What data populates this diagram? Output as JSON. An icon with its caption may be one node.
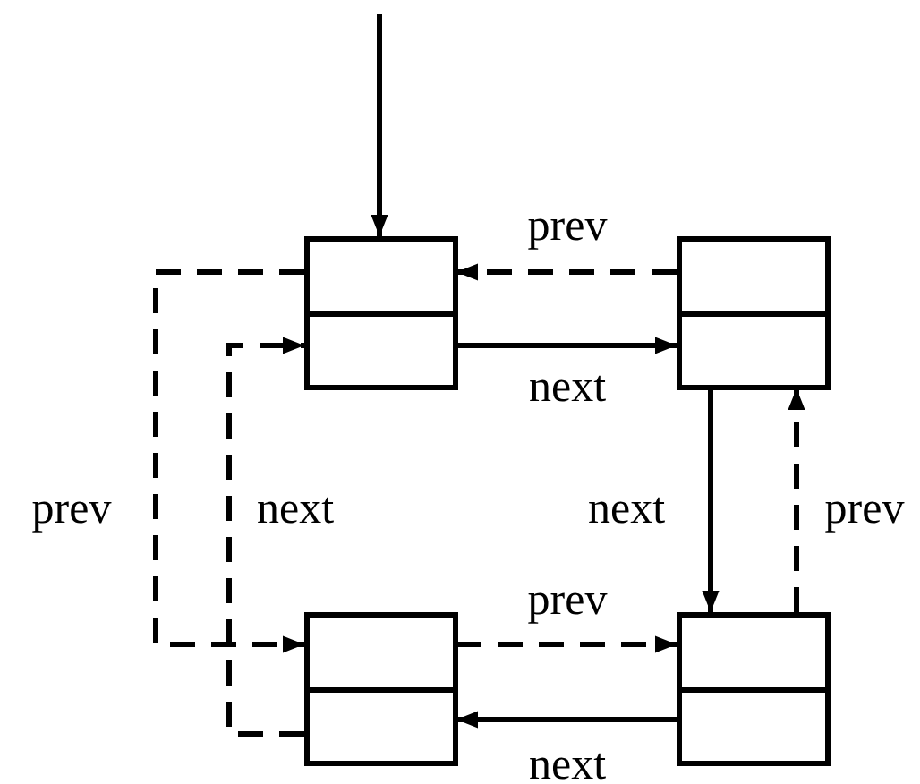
{
  "diagram": {
    "nodes": [
      {
        "text": [],
        "shape": "box"
      },
      {
        "text": [],
        "shape": "box"
      },
      {
        "text": [],
        "shape": "box"
      },
      {
        "text": [],
        "shape": "box"
      }
    ],
    "edges": [
      {
        "from": null,
        "to": 0,
        "arrow": "to"
      },
      {
        "from": 0,
        "to": 1,
        "arrow": "to",
        "label": "next"
      },
      {
        "from": 1,
        "to": 0,
        "arrow": "to",
        "label": "prev",
        "style": "dashed"
      },
      {
        "from": 1,
        "to": 3,
        "arrow": "to",
        "label": "next"
      },
      {
        "from": 3,
        "to": 1,
        "arrow": "to",
        "label": "prev",
        "style": "dashed"
      },
      {
        "from": 3,
        "to": 2,
        "arrow": "to",
        "label": "next"
      },
      {
        "from": 2,
        "to": 3,
        "arrow": "to",
        "label": "prev",
        "style": "dashed"
      },
      {
        "from": 2,
        "to": 0,
        "arrow": "to",
        "label": "next",
        "style": "dashed"
      },
      {
        "from": 0,
        "to": 2,
        "arrow": "to",
        "label": "prev",
        "style": "dashed"
      }
    ]
  }
}
